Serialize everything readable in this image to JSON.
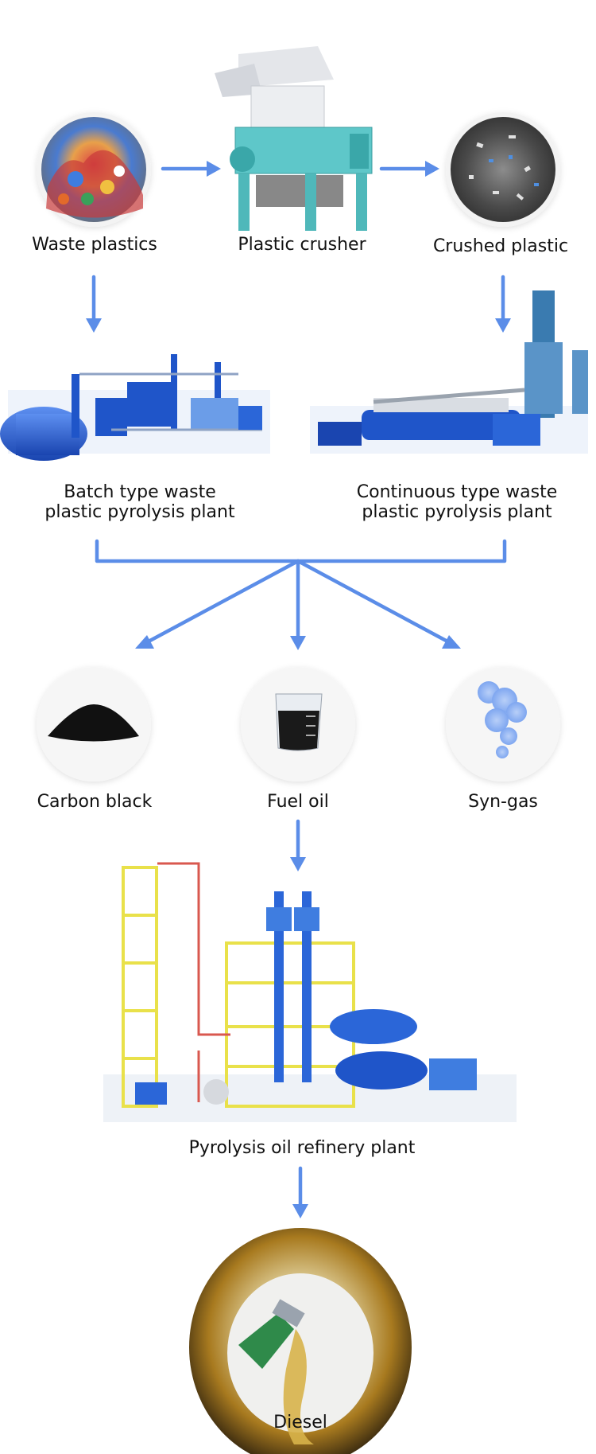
{
  "nodes": {
    "waste_plastics": {
      "label": "Waste plastics"
    },
    "plastic_crusher": {
      "label": "Plastic crusher"
    },
    "crushed_plastic": {
      "label": "Crushed plastic"
    },
    "batch_plant": {
      "label_lines": [
        "Batch type waste",
        "plastic pyrolysis plant"
      ]
    },
    "continuous_plant": {
      "label_lines": [
        "Continuous type waste",
        "plastic pyrolysis plant"
      ]
    },
    "carbon_black": {
      "label": "Carbon black"
    },
    "fuel_oil": {
      "label": "Fuel oil"
    },
    "syn_gas": {
      "label": "Syn-gas"
    },
    "refinery_plant": {
      "label": "Pyrolysis oil refinery plant"
    },
    "diesel": {
      "label": "Diesel"
    }
  },
  "colors": {
    "arrow": "#5b8de8",
    "machine_teal": "#5ec7c9",
    "plant_blue": "#1f55c9",
    "frame_yellow": "#e9e14a",
    "pipe_red": "#d9584f",
    "diesel_gold": "#c9a23a"
  }
}
